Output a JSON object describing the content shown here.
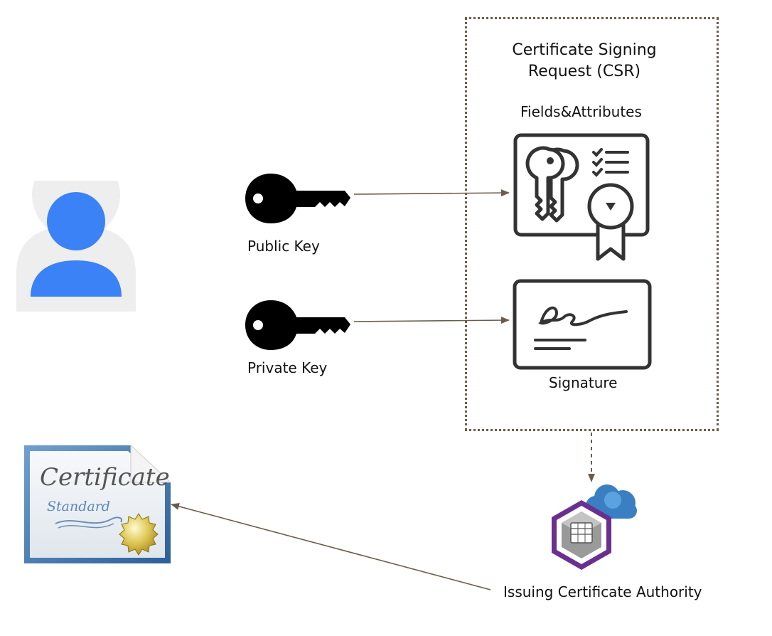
{
  "csr": {
    "title_line1": "Certificate Signing",
    "title_line2": "Request (CSR)",
    "fields_label": "Fields&Attributes",
    "signature_label": "Signature"
  },
  "keys": {
    "public_label": "Public Key",
    "private_label": "Private Key"
  },
  "certificate": {
    "script_text": "Certificate",
    "subtitle": "Standard"
  },
  "ca": {
    "label": "Issuing Certificate Authority"
  },
  "colors": {
    "arrow": "#6b5d4c",
    "user_blue": "#3b82f6",
    "user_bg": "#eeeeee",
    "ca_purple": "#6b2f8f",
    "cloud_blue": "#3a7fc1"
  }
}
